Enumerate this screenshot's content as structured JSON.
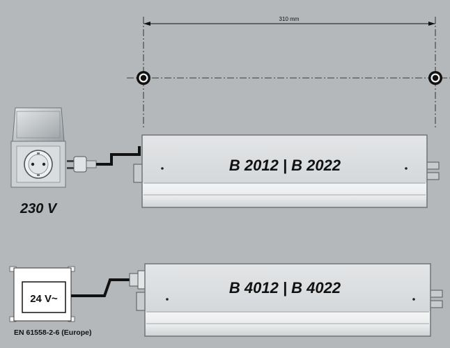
{
  "dimension": {
    "label": "310 mm"
  },
  "top_unit": {
    "model_label": "B 2012 | B 2022"
  },
  "bottom_unit": {
    "model_label": "B 4012 | B 4022"
  },
  "power_outlet": {
    "voltage_label": "230 V"
  },
  "transformer": {
    "voltage_label": "24 V~",
    "standard_label": "EN 61558-2-6 (Europe)"
  },
  "colors": {
    "background": "#b4b8bb",
    "housing": "#d9dcde",
    "housing_edge": "#6f7478",
    "cable": "#111111",
    "outlet": "#cfd3d6"
  }
}
